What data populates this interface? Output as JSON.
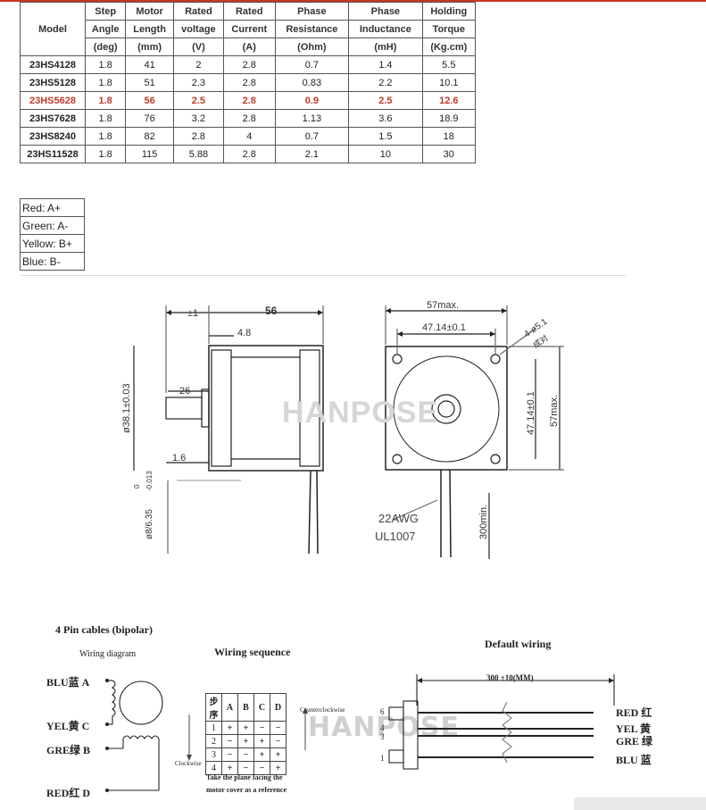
{
  "spec_table": {
    "header_rows": [
      [
        "Model",
        "Step",
        "Motor",
        "Rated",
        "Rated",
        "Phase",
        "Phase",
        "Holding"
      ],
      [
        "",
        "Angle",
        "Length",
        "voltage",
        "Current",
        "Resistance",
        "Inductance",
        "Torque"
      ],
      [
        "",
        "(deg)",
        "(mm)",
        "(V)",
        "(A)",
        "(Ohm)",
        "(mH)",
        "(Kg.cm)"
      ]
    ],
    "rows": [
      [
        "23HS4128",
        "1.8",
        "41",
        "2",
        "2.8",
        "0.7",
        "1.4",
        "5.5"
      ],
      [
        "23HS5128",
        "1.8",
        "51",
        "2.3",
        "2.8",
        "0.83",
        "2.2",
        "10.1"
      ],
      [
        "23HS5628",
        "1.8",
        "56",
        "2.5",
        "2.8",
        "0.9",
        "2.5",
        "12.6"
      ],
      [
        "23HS7628",
        "1.8",
        "76",
        "3.2",
        "2.8",
        "1.13",
        "3.6",
        "18.9"
      ],
      [
        "23HS8240",
        "1.8",
        "82",
        "2.8",
        "4",
        "0.7",
        "1.5",
        "18"
      ],
      [
        "23HS11528",
        "1.8",
        "115",
        "5.88",
        "2.8",
        "2.1",
        "10",
        "30"
      ]
    ],
    "highlight_color": "#c0392b"
  },
  "color_table": [
    "Red: A+",
    "Green: A-",
    "Yellow: B+",
    "Blue: B-"
  ],
  "drawing": {
    "watermark": "HANPOSE",
    "dim_56": "56",
    "dim_pm1": "±1",
    "dim_4_8": "4.8",
    "dim_26": "26",
    "dim_1_6": "1.6",
    "dim_shaft": "ø38.1±0.03",
    "dim_d8": "ø8/6.35",
    "dim_d8_tol": "0",
    "dim_d8_tol2": "-0.013",
    "dim_57max_top": "57max.",
    "dim_4714_top": "47.14±0.1",
    "dim_4714_side": "47.14±0.1",
    "dim_57max_side": "57max.",
    "dim_holes": "4-ø5.1",
    "dim_holes_cn": "成对",
    "dim_awg": "22AWG",
    "dim_ul": "UL1007",
    "dim_300": "300min."
  },
  "wiring": {
    "title": "4 Pin cables (bipolar)",
    "diagram_label": "Wiring diagram",
    "pins": [
      "BLU蓝 A",
      "YEL黄 C",
      "GRE绿 B",
      "RED红 D"
    ],
    "sequence_title": "Wiring sequence",
    "seq_header": [
      "步序",
      "A",
      "B",
      "C",
      "D"
    ],
    "seq_rows": [
      [
        "1",
        "+",
        "+",
        "−",
        "−"
      ],
      [
        "2",
        "−",
        "+",
        "+",
        "−"
      ],
      [
        "3",
        "−",
        "−",
        "+",
        "+"
      ],
      [
        "4",
        "+",
        "−",
        "−",
        "+"
      ]
    ],
    "counterclockwise": "Counterclockwise",
    "clockwise": "Clockwise",
    "note_line1": "Take the plane facing the",
    "note_line2": "motor cover as a reference",
    "default_title": "Default wiring",
    "length": "300 ±10(MM)",
    "pin_numbers": [
      "6",
      "4",
      "3",
      "1"
    ],
    "wire_labels": [
      "RED 红",
      "YEL 黄",
      "GRE 绿",
      "BLU 蓝"
    ]
  }
}
